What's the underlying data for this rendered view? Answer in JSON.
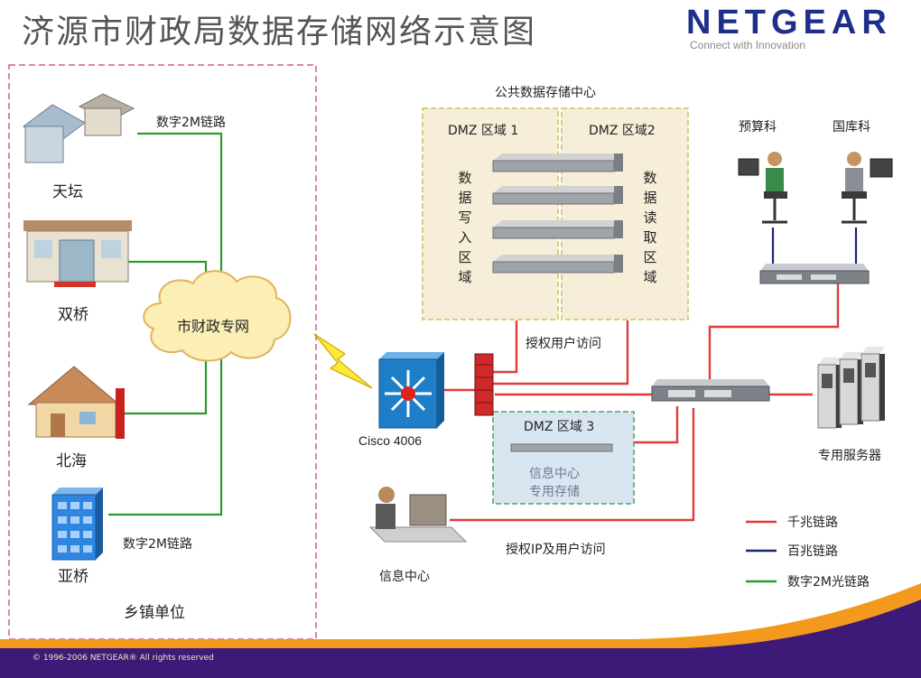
{
  "title": "济源市财政局数据存储网络示意图",
  "brand": {
    "name": "NETGEAR",
    "tagline": "Connect with Innovation"
  },
  "towns": {
    "group_label": "乡镇单位",
    "tiantan": "天坛",
    "shuangqiao": "双桥",
    "beihai": "北海",
    "yaqiao": "亚桥",
    "link_top": "数字2M链路",
    "link_bottom": "数字2M链路"
  },
  "cloud_label": "市财政专网",
  "core_switch": "Cisco 4006",
  "data_center": {
    "title": "公共数据存储中心",
    "dmz1": "DMZ 区域 1",
    "dmz2": "DMZ 区域2",
    "write_zone": [
      "数",
      "据",
      "写",
      "入",
      "区",
      "域"
    ],
    "read_zone": [
      "数",
      "据",
      "读",
      "取",
      "区",
      "域"
    ],
    "auth_access": "授权用户访问"
  },
  "dmz3": {
    "title": "DMZ 区域 3",
    "line1": "信息中心",
    "line2": "专用存储"
  },
  "departments": {
    "budget": "预算科",
    "treasury": "国库科"
  },
  "servers_label": "专用服务器",
  "info_center": "信息中心",
  "ip_access": "授权IP及用户访问",
  "legend": [
    {
      "label": "千兆链路",
      "color": "#e03a3a"
    },
    {
      "label": "百兆链路",
      "color": "#1c2470"
    },
    {
      "label": "数字2M光链路",
      "color": "#2e9a2e"
    }
  ],
  "copyright": "© 1996-2006 NETGEAR® All rights reserved",
  "colors": {
    "gigabit": "#e03a3a",
    "fast": "#1c2470",
    "digital2m": "#2e9a2e",
    "orange": "#f39a1e",
    "purple": "#3d1a78"
  }
}
